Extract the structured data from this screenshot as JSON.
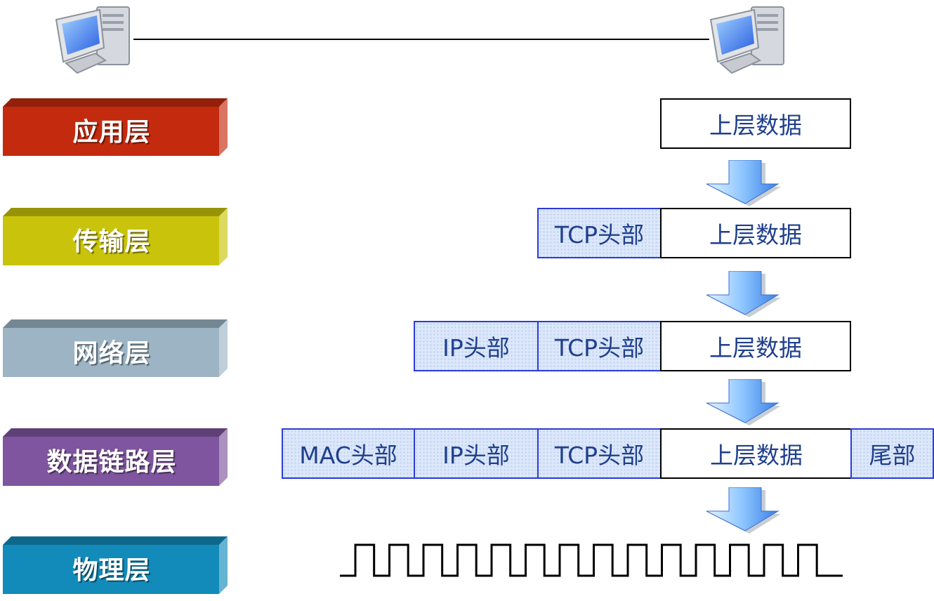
{
  "layers": [
    {
      "label": "应用层",
      "color": "#c42b0e"
    },
    {
      "label": "传输层",
      "color": "#c9c40b"
    },
    {
      "label": "网络层",
      "color": "#9cb4c4"
    },
    {
      "label": "数据链路层",
      "color": "#7e559e"
    },
    {
      "label": "物理层",
      "color": "#128bba"
    }
  ],
  "packets": {
    "application": {
      "data": "上层数据"
    },
    "transport": {
      "tcp_header": "TCP头部",
      "data": "上层数据"
    },
    "network": {
      "ip_header": "IP头部",
      "tcp_header": "TCP头部",
      "data": "上层数据"
    },
    "datalink": {
      "mac_header": "MAC头部",
      "ip_header": "IP头部",
      "tcp_header": "TCP头部",
      "data": "上层数据",
      "trailer": "尾部"
    }
  },
  "icons": {
    "sender": "computer-icon",
    "receiver": "computer-icon",
    "flow_arrow": "arrow-down-icon",
    "signal": "square-wave-icon"
  }
}
